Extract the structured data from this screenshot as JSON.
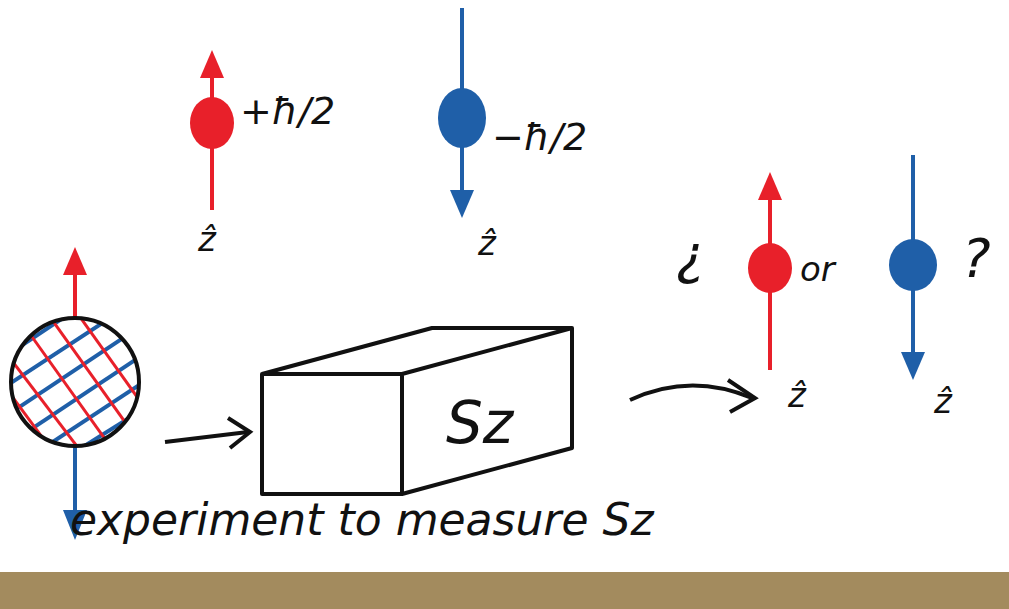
{
  "diagram": {
    "nodes": [
      {
        "text": [
          "Sz"
        ]
      }
    ],
    "labels": [
      "+ħ/2",
      "ẑ",
      "−ħ/2",
      "ẑ",
      "¿",
      "or",
      "?",
      "ẑ",
      "ẑ",
      "experiment to measure Sz"
    ]
  }
}
